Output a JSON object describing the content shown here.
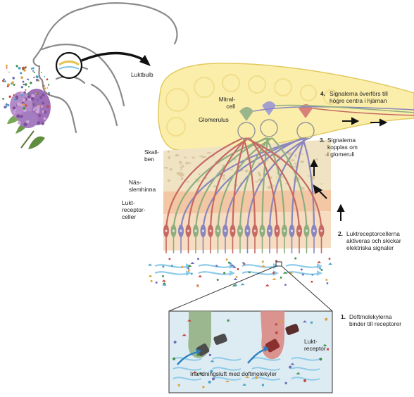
{
  "labels": {
    "luktbulb": "Luktbulb",
    "mitral_cell": "Mitral-\ncell",
    "glomerulus": "Glomerulus",
    "skallben": "Skall-\nben",
    "nasslemhinna": "Näs-\nslemhinna",
    "luktreceptorceller": "Lukt-\nreceptor-\nceller",
    "luktreceptor": "Lukt-\nreceptor",
    "inandningsluft": "Inandningsluft med doftmolekyler"
  },
  "steps": [
    {
      "number": "1.",
      "text": "Doftmolekylerna\nbinder till receptorer"
    },
    {
      "number": "2.",
      "text": "Luktreceptorcellerna\naktiveras och skickar\nelektriska signaler"
    },
    {
      "number": "3.",
      "text": "Signalerna\nkopplas om\ni glomeruli"
    },
    {
      "number": "4.",
      "text": "Signalerna överförs till\nhögre centra i hjärnan"
    }
  ],
  "colors": {
    "bulb": "#fbeeab",
    "bulb_outline": "#e2c95f",
    "bone": "#efe3c4",
    "mucosa": "#f3c7a4",
    "epithelium": "#f6dcc0",
    "inset_bg": "#ddebf3",
    "neuron_green": "#8fae7e",
    "neuron_red": "#c56a63",
    "neuron_purple": "#8a86bd",
    "air_arrow": "#8ecbe8"
  },
  "icons": [
    "head-profile-icon",
    "lilac-flower-icon",
    "signal-arrow-icon",
    "receptor-protein-icon"
  ]
}
